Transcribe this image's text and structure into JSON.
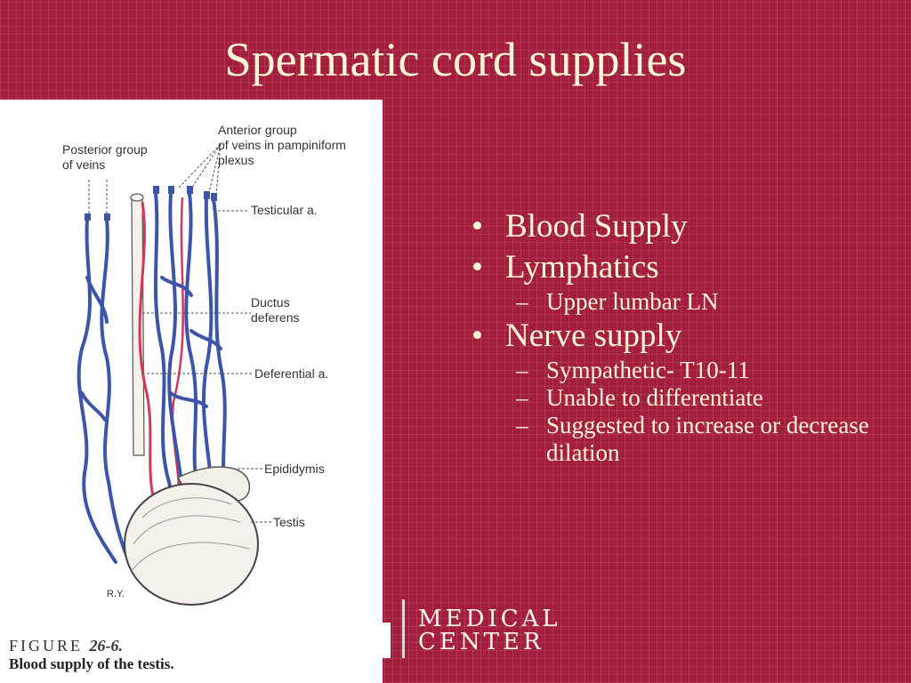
{
  "title": "Spermatic cord supplies",
  "figure": {
    "labels": {
      "posterior": [
        "Posterior group",
        "of veins"
      ],
      "anterior": [
        "Anterior group",
        "of veins in pampiniform",
        "plexus"
      ],
      "testicular_artery": "Testicular a.",
      "ductus": [
        "Ductus",
        "deferens"
      ],
      "deferential_artery": "Deferential a.",
      "epididymis": "Epididymis",
      "testis": "Testis",
      "artist": "R.Y."
    },
    "caption_figure_word": "FIGURE",
    "caption_figure_number": "26-6.",
    "caption_text": "Blood supply of the testis."
  },
  "bullets": [
    {
      "text": "Blood Supply",
      "sub": []
    },
    {
      "text": "Lymphatics",
      "sub": [
        "Upper lumbar LN"
      ]
    },
    {
      "text": "Nerve supply",
      "sub": [
        "Sympathetic- T10-11",
        "Unable to differentiate",
        "Suggested to increase or decrease dilation"
      ]
    }
  ],
  "logo": {
    "line1": "MEDICAL",
    "line2": "CENTER"
  },
  "colors": {
    "background": "#a31d3c",
    "text": "#fff6d8",
    "vein": "#3d55a8",
    "artery": "#d2385c"
  }
}
